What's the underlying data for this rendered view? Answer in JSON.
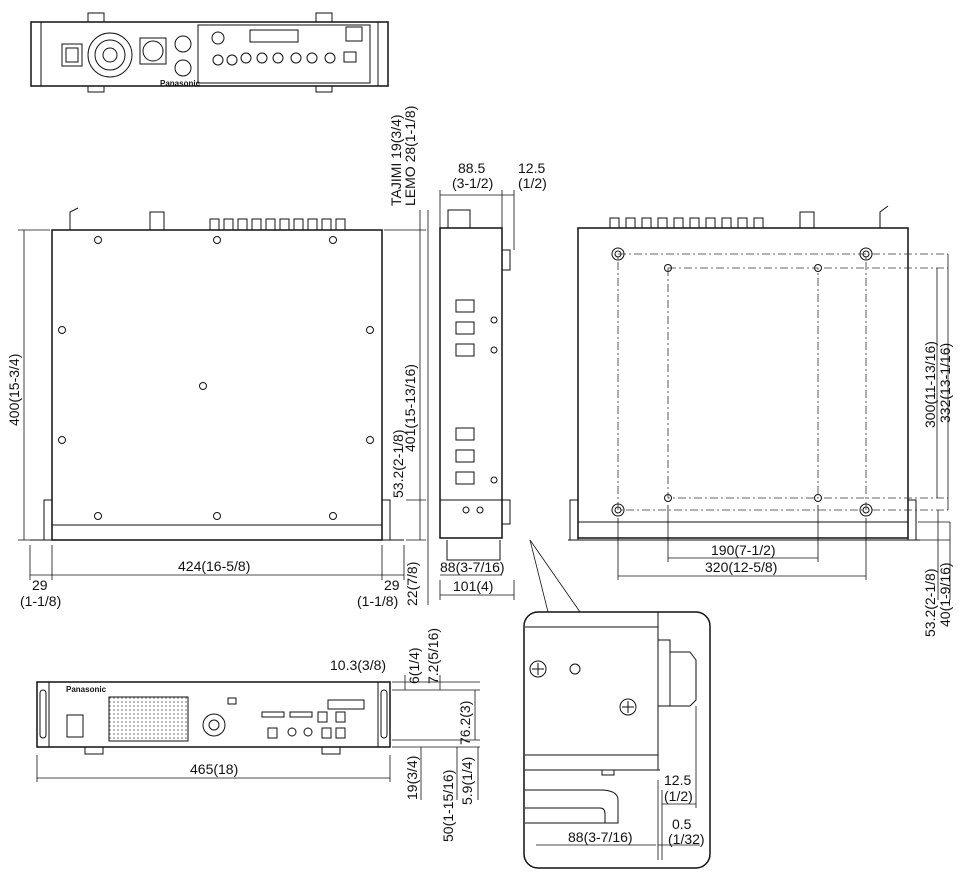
{
  "rear_panel": {
    "brand": "Panasonic"
  },
  "top_view": {
    "left_margin": "29",
    "left_margin_inch": "(1-1/8)",
    "width": "424(16-5/8)",
    "right_margin": "29",
    "right_margin_inch": "(1-1/8)",
    "depth": "400(15-3/4)",
    "depth_overall": "401(15-13/16)",
    "foot_offset": "53.2(2-1/8)",
    "foot_offset_small": "22(7/8)",
    "connector_tajimi": "TAJIMI 19(3/4)",
    "connector_lemo": "LEMO 28(1-1/8)"
  },
  "side_view": {
    "height_upper": "88.5",
    "height_upper_inch": "(3-1/2)",
    "handle_offset": "12.5",
    "handle_offset_inch": "(1/2)",
    "height_lower": "88(3-7/16)",
    "height_total": "101(4)"
  },
  "bottom_view": {
    "hole_spacing_inner": "190(7-1/2)",
    "hole_spacing_outer": "320(12-5/8)",
    "depth_inner": "300(11-13/16)",
    "depth_outer": "332(13-1/16)",
    "foot_offset": "53.2(2-1/8)",
    "foot_offset_small": "40(1-9/16)"
  },
  "front_view": {
    "brand": "Panasonic",
    "width": "465(18)",
    "top_margin": "10.3(3/8)",
    "edge_6": "6(1/4)",
    "edge_7": "7.2(5/16)",
    "rack_height": "76.2(3)",
    "foot_19": "19(3/4)",
    "foot_50": "50(1-15/16)",
    "foot_59": "5.9(1/4)"
  },
  "detail": {
    "offset": "12.5",
    "offset_inch": "(1/2)",
    "gap": "0.5",
    "gap_inch": "(1/32)",
    "height": "88(3-7/16)"
  }
}
